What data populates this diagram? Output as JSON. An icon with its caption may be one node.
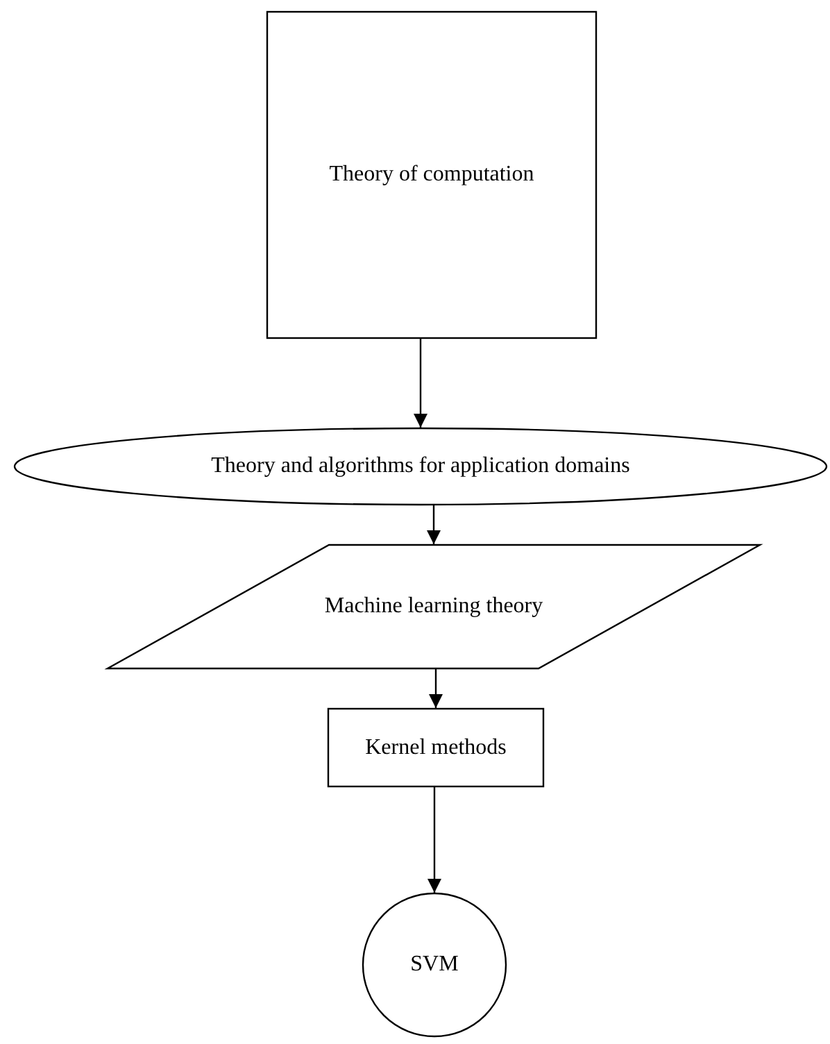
{
  "diagram": {
    "nodes": [
      {
        "text": [
          "Theory of computation"
        ]
      },
      {
        "text": [
          "Theory and algorithms for application domains"
        ]
      },
      {
        "text": [
          "Machine learning theory"
        ]
      },
      {
        "text": [
          "Kernel methods"
        ]
      },
      {
        "text": [
          "SVM"
        ]
      }
    ],
    "edges": [
      {
        "from": 0,
        "to": 1,
        "arrow": "to"
      },
      {
        "from": 1,
        "to": 2,
        "arrow": "to"
      },
      {
        "from": 2,
        "to": 3,
        "arrow": "to"
      },
      {
        "from": 3,
        "to": 4,
        "arrow": "to"
      }
    ]
  }
}
